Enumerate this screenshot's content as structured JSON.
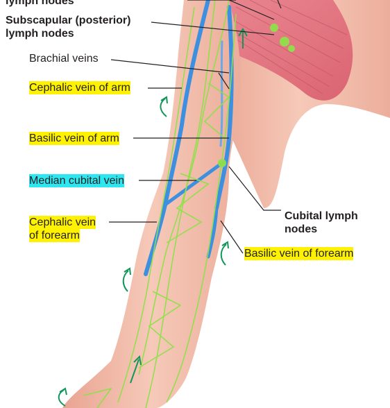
{
  "labels": {
    "lymph_nodes_top": "lymph nodes",
    "subscapular_line1": "Subscapular (posterior)",
    "subscapular_line2": "lymph nodes",
    "brachial_veins": "Brachial veins",
    "cephalic_vein_arm": "Cephalic vein of arm",
    "basilic_vein_arm": "Basilic vein of arm",
    "median_cubital_vein": "Median cubital vein",
    "cephalic_vein_forearm_line1": "Cephalic vein",
    "cephalic_vein_forearm_line2": "of forearm",
    "cubital_nodes_line1": "Cubital lymph",
    "cubital_nodes_line2": "nodes",
    "basilic_vein_forearm": "Basilic vein of forearm"
  },
  "colors": {
    "skin": "#f2b8a6",
    "muscle": "#e26a78",
    "vein": "#3d8fe0",
    "lymph": "#8fe04a",
    "arrow": "#14965a",
    "highlight_yellow": "#fff200",
    "highlight_cyan": "#2ee6f0"
  }
}
